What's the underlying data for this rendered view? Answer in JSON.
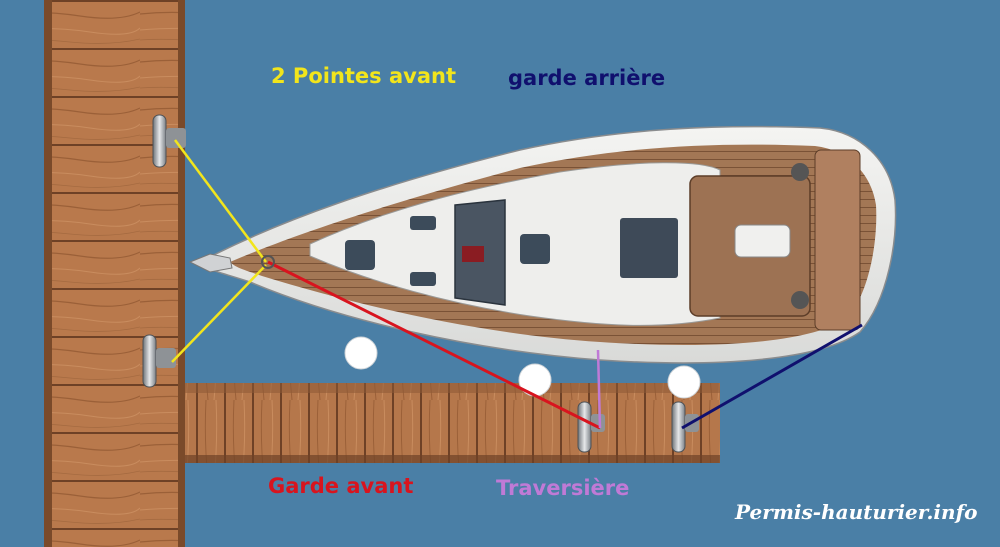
{
  "labels": {
    "pointes_avant": "2 Pointes avant",
    "garde_arriere": "garde arrière",
    "garde_avant": "Garde avant",
    "traversiere": "Traversière",
    "credit": "Permis-hauturier.info"
  },
  "colors": {
    "water": "#4a7fa6",
    "pointes_avant": "#f2e51c",
    "garde_arriere": "#10106e",
    "garde_avant": "#d8141e",
    "traversiere": "#c07ad6",
    "pontoon_wood": "#b87a4e",
    "hull": "#e8e8e6",
    "deck_teak": "#a07654"
  }
}
